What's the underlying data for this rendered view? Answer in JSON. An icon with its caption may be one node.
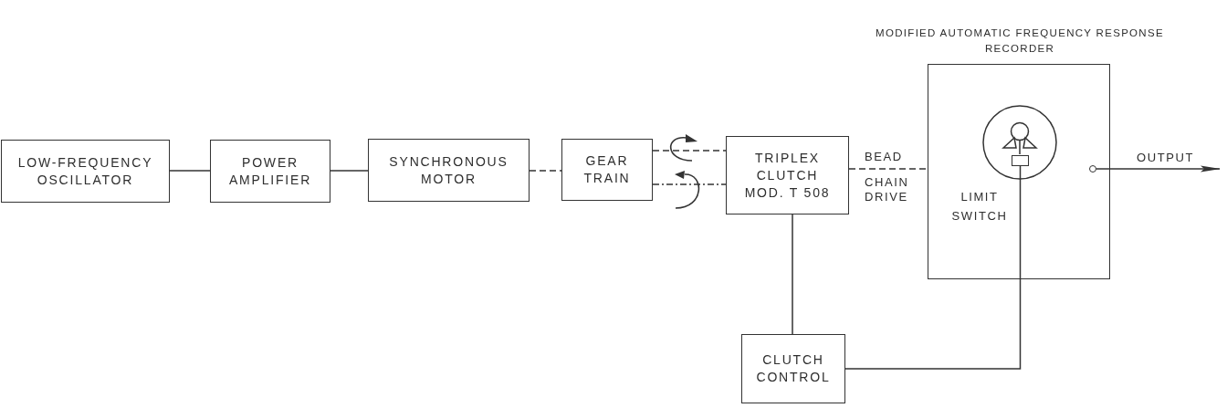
{
  "diagram": {
    "nodes": [
      {
        "text": [
          "LOW-FREQUENCY OSCILLATOR"
        ]
      },
      {
        "text": [
          "POWER AMPLIFIER"
        ]
      },
      {
        "text": [
          "SYNCHRONOUS MOTOR"
        ]
      },
      {
        "text": [
          "GEAR TRAIN"
        ]
      },
      {
        "text": [
          "TRIPLEX CLUTCH MOD. T 508"
        ]
      },
      {
        "text": [
          "MODIFIED AUTOMATIC FREQUENCY RESPONSE RECORDER"
        ]
      },
      {
        "text": [],
        "shape": "box",
        "in": 5,
        "beside": [
          "LIMIT SWITCH"
        ]
      },
      {
        "text": [],
        "shape": "circle",
        "in": 5
      },
      {
        "text": [
          "CLUTCH CONTROL"
        ]
      }
    ],
    "edges": [
      {
        "from": 0,
        "to": 1,
        "arrow": "none"
      },
      {
        "from": 1,
        "to": 2,
        "arrow": "none"
      },
      {
        "from": 2,
        "to": 3,
        "arrow": "none",
        "style": "dashed"
      },
      {
        "from": 3,
        "to": 4,
        "arrow": "none",
        "style": "dashed"
      },
      {
        "from": 3,
        "to": 4,
        "arrow": "none",
        "style": "dashed"
      },
      {
        "from": 4,
        "to": 5,
        "arrow": "none",
        "style": "dashed",
        "label": "BEAD CHAIN DRIVE"
      },
      {
        "from": 4,
        "to": 8,
        "arrow": "none"
      },
      {
        "from": 6,
        "to": 8,
        "arrow": "none"
      },
      {
        "from": 7,
        "to": null,
        "arrow": "to",
        "label": "OUTPUT"
      }
    ]
  }
}
